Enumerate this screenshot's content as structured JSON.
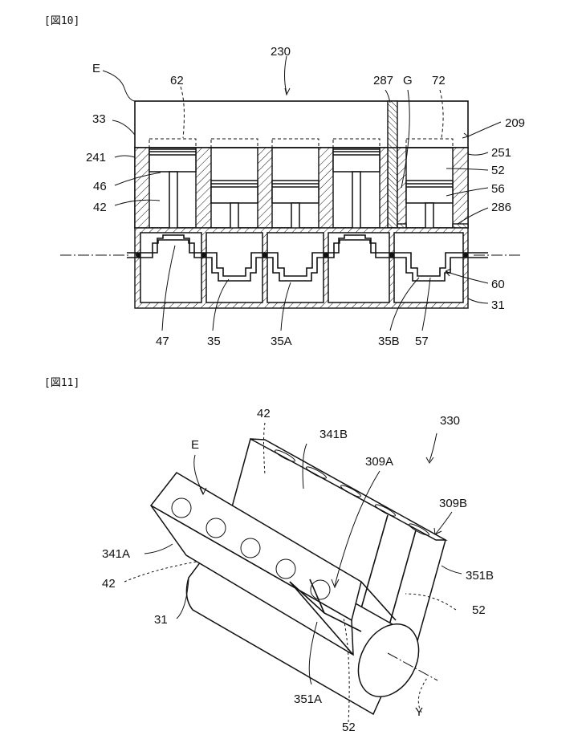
{
  "figure10": {
    "caption": "[図10]",
    "labels": {
      "E": "E",
      "ref230": "230",
      "ref62": "62",
      "ref287": "287",
      "refG": "G",
      "ref72": "72",
      "ref33": "33",
      "ref209": "209",
      "ref241": "241",
      "ref251": "251",
      "ref46": "46",
      "ref52": "52",
      "ref42": "42",
      "ref56": "56",
      "ref286": "286",
      "ref60": "60",
      "ref31": "31",
      "ref47": "47",
      "ref35": "35",
      "ref35A": "35A",
      "ref35B": "35B",
      "ref57": "57"
    }
  },
  "figure11": {
    "caption": "[図11]",
    "labels": {
      "ref42_top": "42",
      "ref330": "330",
      "E": "E",
      "ref341B": "341B",
      "ref309A": "309A",
      "ref309B": "309B",
      "ref341A": "341A",
      "ref42_left": "42",
      "ref351B": "351B",
      "ref31": "31",
      "ref52_right": "52",
      "ref351A": "351A",
      "ref52_bottom": "52",
      "Y": "Y"
    }
  }
}
